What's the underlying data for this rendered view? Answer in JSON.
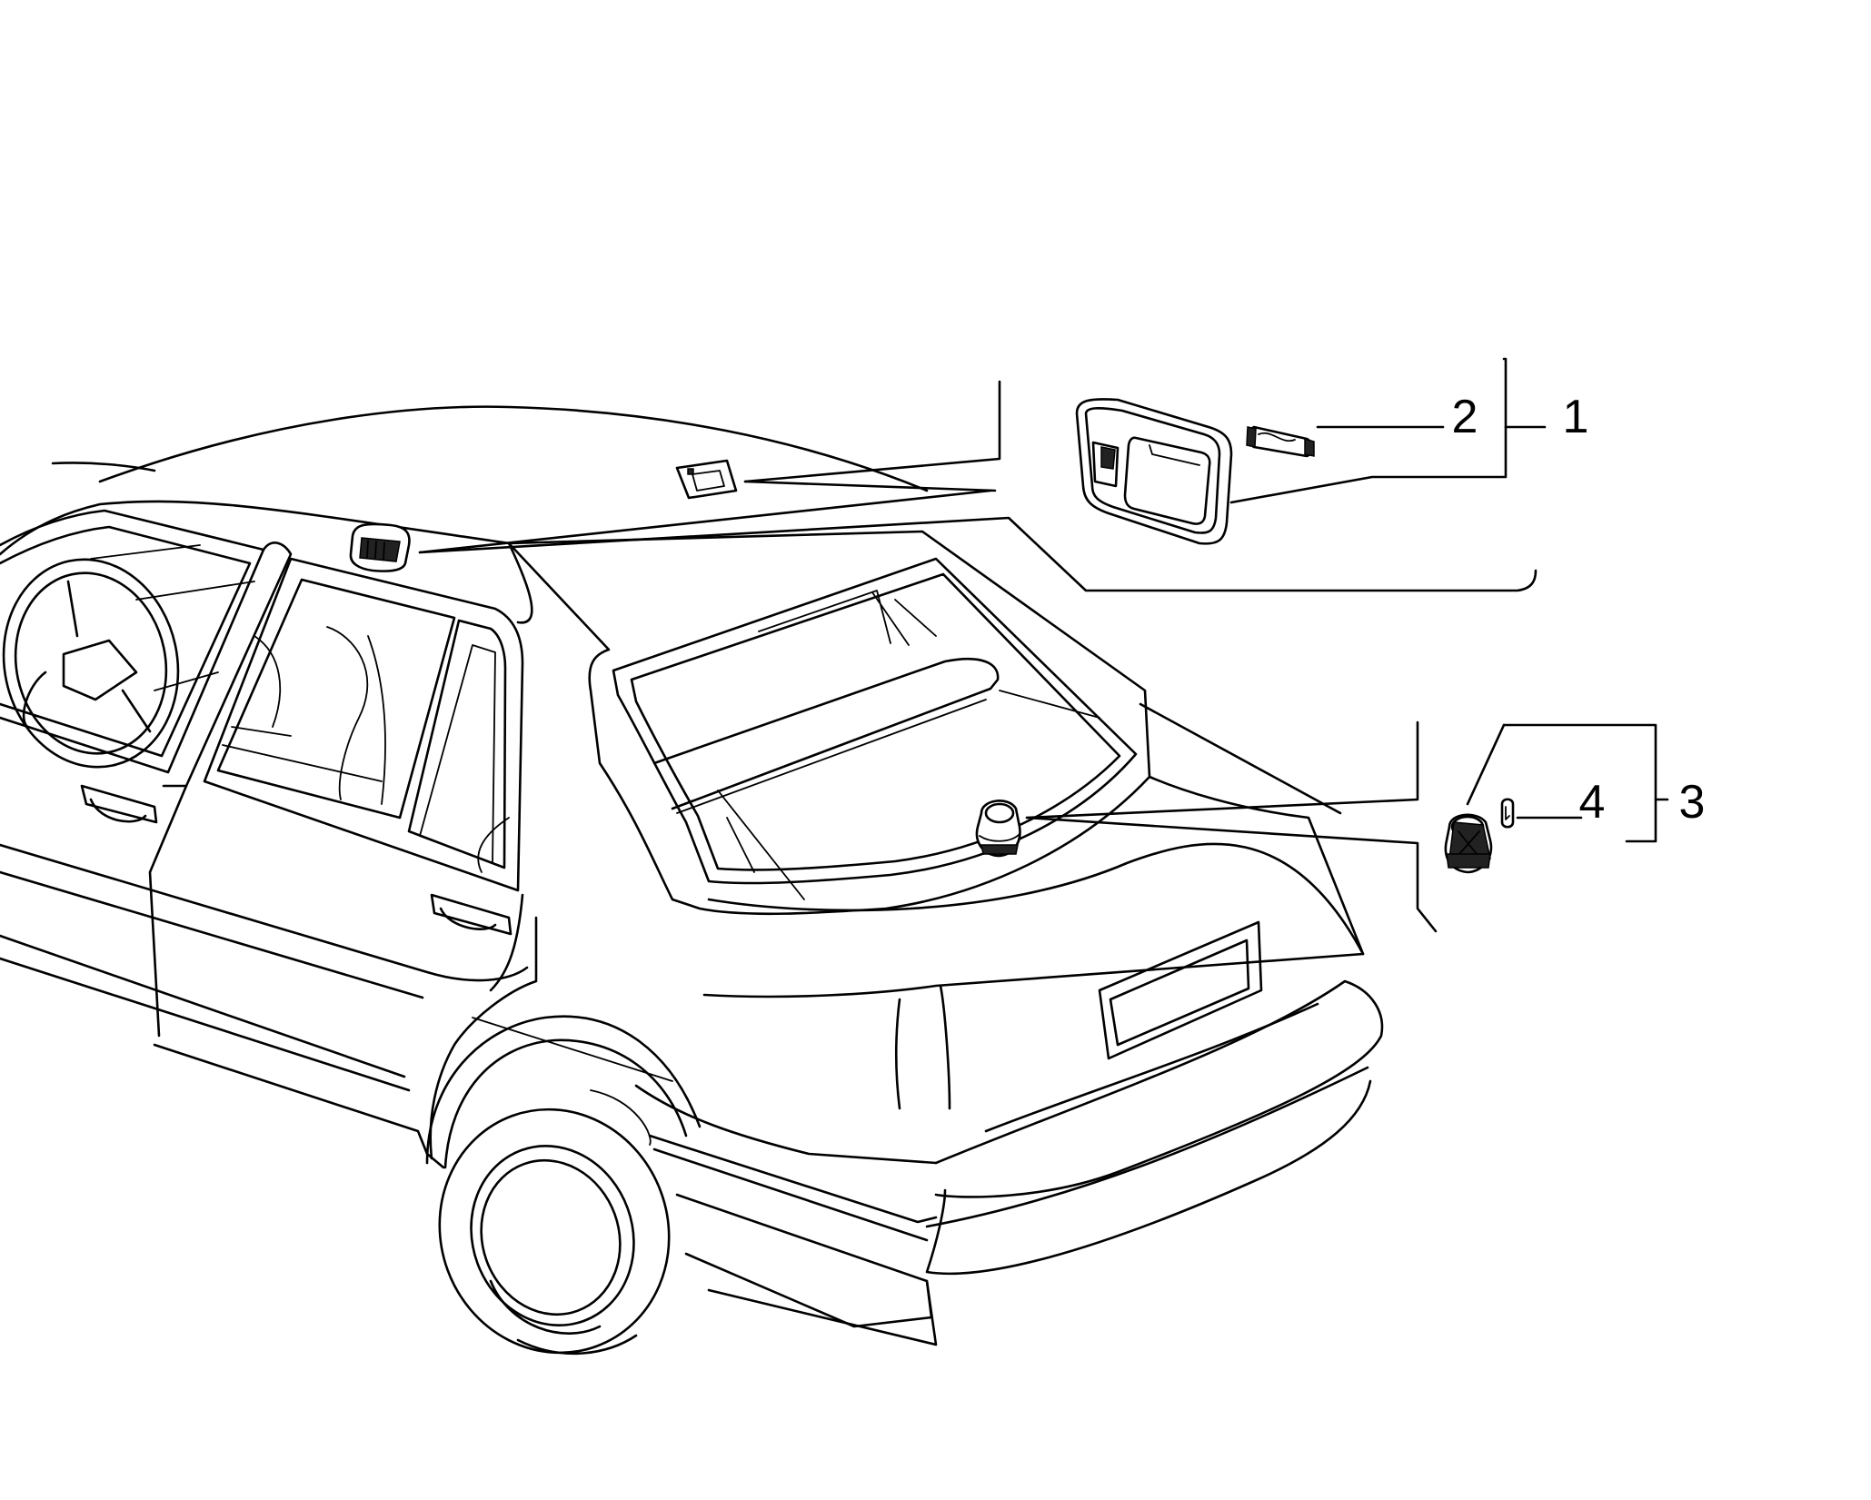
{
  "diagram": {
    "callouts": [
      {
        "id": "c1",
        "label": "1"
      },
      {
        "id": "c2",
        "label": "2"
      },
      {
        "id": "c3",
        "label": "3"
      },
      {
        "id": "c4",
        "label": "4"
      }
    ]
  }
}
